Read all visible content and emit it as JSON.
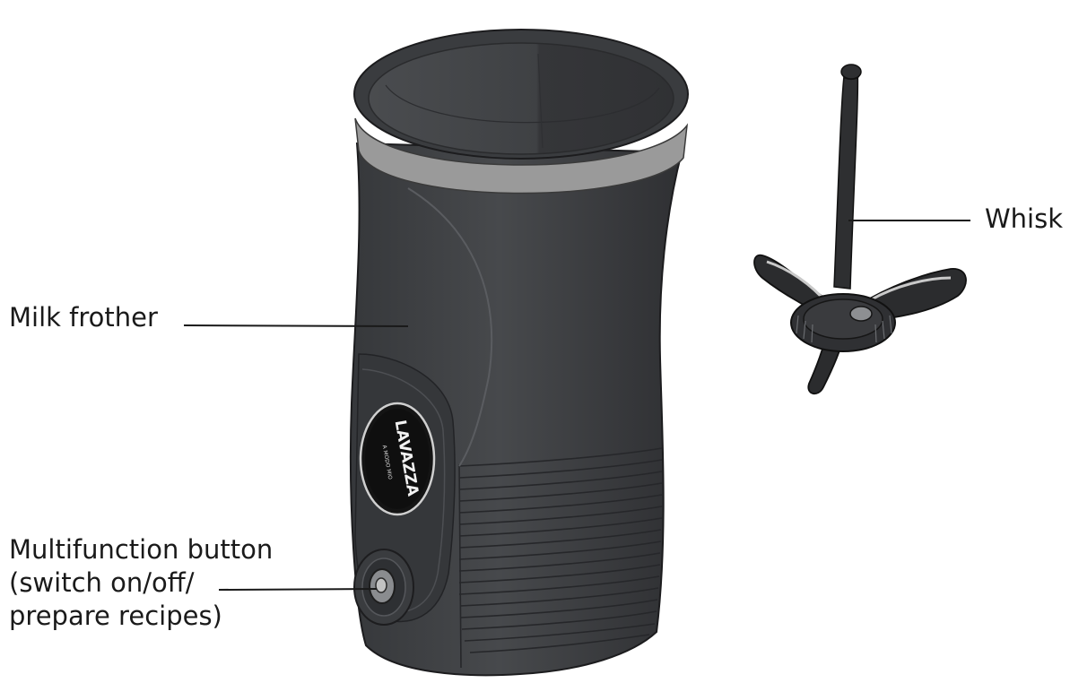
{
  "labels": {
    "milk_frother": "Milk frother",
    "whisk": "Whisk",
    "multifunction_button": {
      "line1": "Multifunction button",
      "line2": "(switch on/off/",
      "line3": "prepare recipes)"
    }
  },
  "logo": {
    "brand": "LAVAZZA",
    "subtext": "A MODO MIO"
  },
  "colors": {
    "body": "#3d3f42",
    "body_dark": "#2b2c2e",
    "rim": "#9a9a9a",
    "whisk": "#2e2f31",
    "line": "#1a1a1a"
  }
}
